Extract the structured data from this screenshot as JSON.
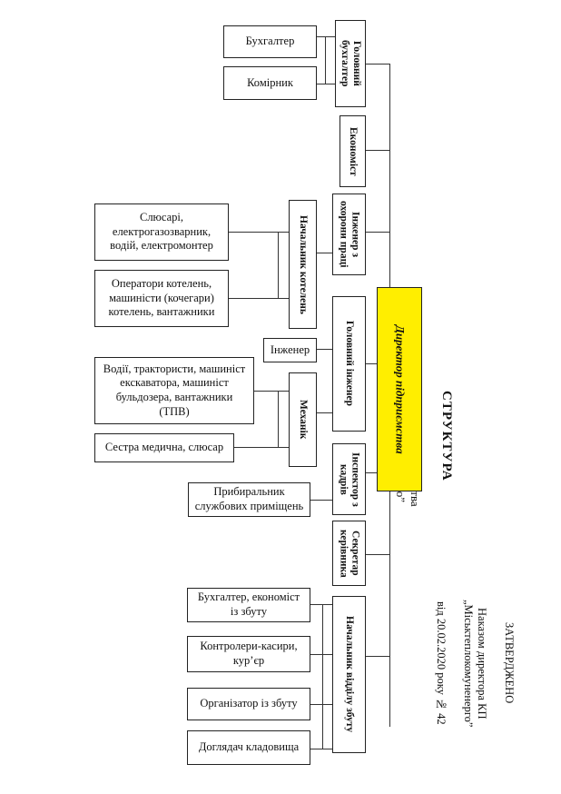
{
  "approval": {
    "title": "ЗАТВЕРДЖЕНО",
    "line1": "Наказом директора КП „Міськтеплокомуненерго”",
    "line2": "від 20.02.2020 року № 42"
  },
  "heading": {
    "title": "СТРУКТУРА",
    "subtitle": "комунального підприємства „Міськтеплокомуненерго”"
  },
  "director": "Директор підприємства",
  "departments": {
    "chief_accountant": "Головний бухгалтер",
    "economist": "Економіст",
    "safety_engineer": "Інженер з охорони праці",
    "chief_engineer": "Головний інженер",
    "hr_inspector": "Інспектор з кадрів",
    "secretary": "Секретар керівника",
    "sales_head": "Начальник відділу збуту"
  },
  "sub": {
    "accountant": "Бухгалтер",
    "storekeeper": "Комірник",
    "boiler_head": "Начальник котелень",
    "locksmiths": "Слюсарі, електрогазозварник, водій, електромонтер",
    "operators": "Оператори котелень, машиністи (кочегари) котелень, вантажники",
    "engineer": "Інженер",
    "mechanic": "Механік",
    "drivers": "Водії, трактористи, машиніст екскаватора, машиніст бульдозера, вантажники (ТПВ)",
    "nurse": "Сестра медична, слюсар",
    "cleaner": "Прибиральник службових приміщень",
    "sales_accountant": "Бухгалтер, економіст із збуту",
    "controllers": "Контролери-касири, кур’єр",
    "organizer": "Організатор із збуту",
    "cemetery": "Доглядач кладовища"
  }
}
